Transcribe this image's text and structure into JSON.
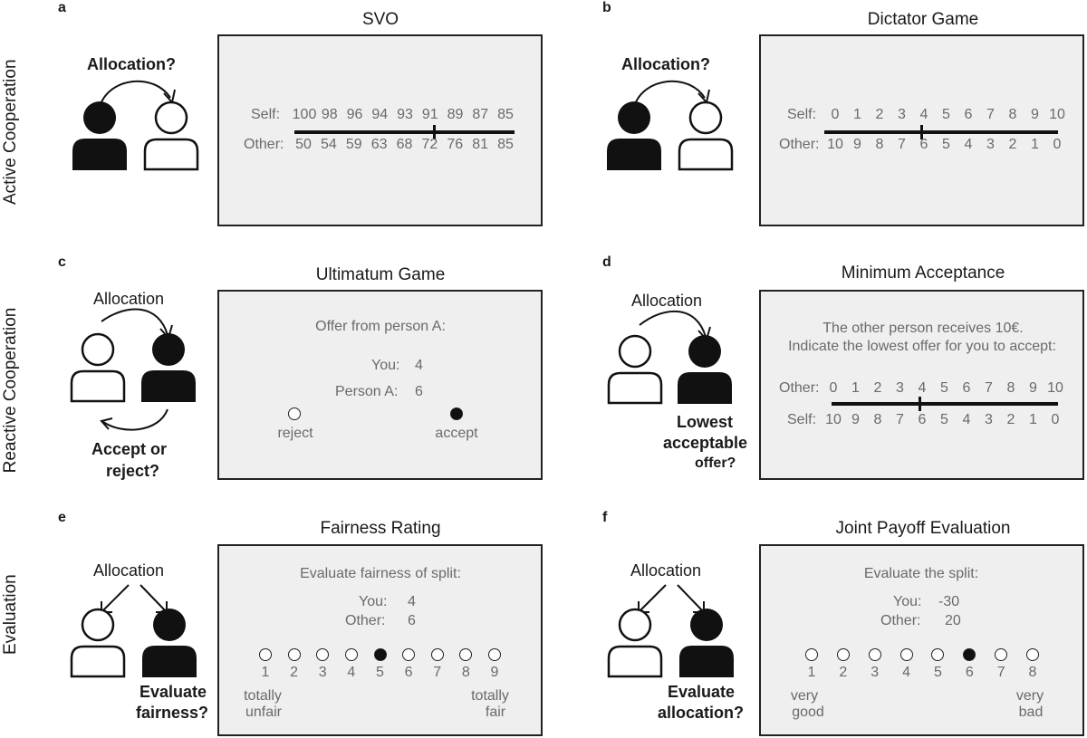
{
  "row_labels": {
    "active": "Active Cooperation",
    "reactive": "Reactive Cooperation",
    "evaluation": "Evaluation"
  },
  "panels": {
    "a": {
      "letter": "a",
      "title": "SVO",
      "question": "Allocation?",
      "self_label": "Self:",
      "other_label": "Other:",
      "self_values": [
        "100",
        "98",
        "96",
        "94",
        "93",
        "91",
        "89",
        "87",
        "85"
      ],
      "other_values": [
        "50",
        "54",
        "59",
        "63",
        "68",
        "72",
        "76",
        "81",
        "85"
      ]
    },
    "b": {
      "letter": "b",
      "title": "Dictator Game",
      "question": "Allocation?",
      "self_label": "Self:",
      "other_label": "Other:",
      "self_values": [
        "0",
        "1",
        "2",
        "3",
        "4",
        "5",
        "6",
        "7",
        "8",
        "9",
        "10"
      ],
      "other_values": [
        "10",
        "9",
        "8",
        "7",
        "6",
        "5",
        "4",
        "3",
        "2",
        "1",
        "0"
      ]
    },
    "c": {
      "letter": "c",
      "title": "Ultimatum Game",
      "top_label": "Allocation",
      "question_line1": "Accept or",
      "question_line2": "reject?",
      "prompt": "Offer from person A:",
      "you_label": "You:",
      "you_value": "4",
      "persona_label": "Person A:",
      "persona_value": "6",
      "reject_label": "reject",
      "accept_label": "accept"
    },
    "d": {
      "letter": "d",
      "title": "Minimum Acceptance",
      "top_label": "Allocation",
      "question_line1": "Lowest",
      "question_line2": "acceptable",
      "question_line3": "offer?",
      "prompt_line1": "The other person receives 10€.",
      "prompt_line2": "Indicate the lowest offer for you to accept:",
      "other_label": "Other:",
      "self_label": "Self:",
      "other_values": [
        "0",
        "1",
        "2",
        "3",
        "4",
        "5",
        "6",
        "7",
        "8",
        "9",
        "10"
      ],
      "self_values": [
        "10",
        "9",
        "8",
        "7",
        "6",
        "5",
        "4",
        "3",
        "2",
        "1",
        "0"
      ]
    },
    "e": {
      "letter": "e",
      "title": "Fairness Rating",
      "top_label": "Allocation",
      "question_line1": "Evaluate",
      "question_line2": "fairness?",
      "prompt": "Evaluate fairness of split:",
      "you_label": "You:",
      "you_value": "4",
      "other_label": "Other:",
      "other_value": "6",
      "scale": [
        "1",
        "2",
        "3",
        "4",
        "5",
        "6",
        "7",
        "8",
        "9"
      ],
      "selected": 5,
      "left_anchor_1": "totally",
      "left_anchor_2": "unfair",
      "right_anchor_1": "totally",
      "right_anchor_2": "fair"
    },
    "f": {
      "letter": "f",
      "title": "Joint Payoff Evaluation",
      "top_label": "Allocation",
      "question_line1": "Evaluate",
      "question_line2": "allocation?",
      "prompt": "Evaluate the split:",
      "you_label": "You:",
      "you_value": "-30",
      "other_label": "Other:",
      "other_value": "20",
      "scale": [
        "1",
        "2",
        "3",
        "4",
        "5",
        "6",
        "7",
        "8"
      ],
      "selected": 6,
      "left_anchor_1": "very",
      "left_anchor_2": "good",
      "right_anchor_1": "very",
      "right_anchor_2": "bad"
    }
  }
}
